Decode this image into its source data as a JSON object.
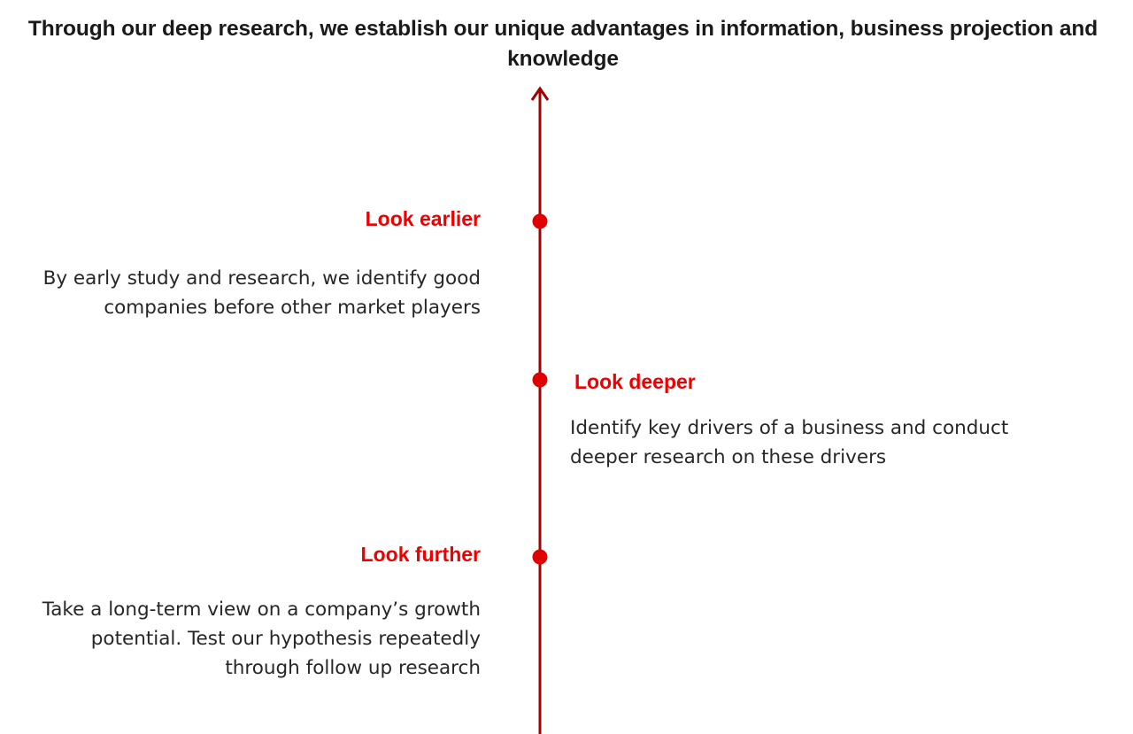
{
  "slide": {
    "title": "Through our deep research, we establish our unique advantages in information, business projection and knowledge",
    "background_color": "#ffffff",
    "title_color": "#1a1a1a"
  },
  "timeline": {
    "axis_color": "#a00000",
    "dot_color": "#e00000",
    "accent_color": "#ee0000",
    "direction": "upward",
    "arrow_icon": "up-arrow-icon",
    "milestones": [
      {
        "id": "look-earlier",
        "label": "Look earlier",
        "body": "By early study and research, we identify good companies before other market players",
        "side": "left"
      },
      {
        "id": "look-deeper",
        "label": "Look deeper",
        "body": "Identify key drivers of a business and conduct deeper research on these drivers",
        "side": "right"
      },
      {
        "id": "look-further",
        "label": "Look further",
        "body": "Take a long-term view on a company’s growth potential. Test our hypothesis repeatedly through follow up research",
        "side": "left"
      }
    ]
  }
}
